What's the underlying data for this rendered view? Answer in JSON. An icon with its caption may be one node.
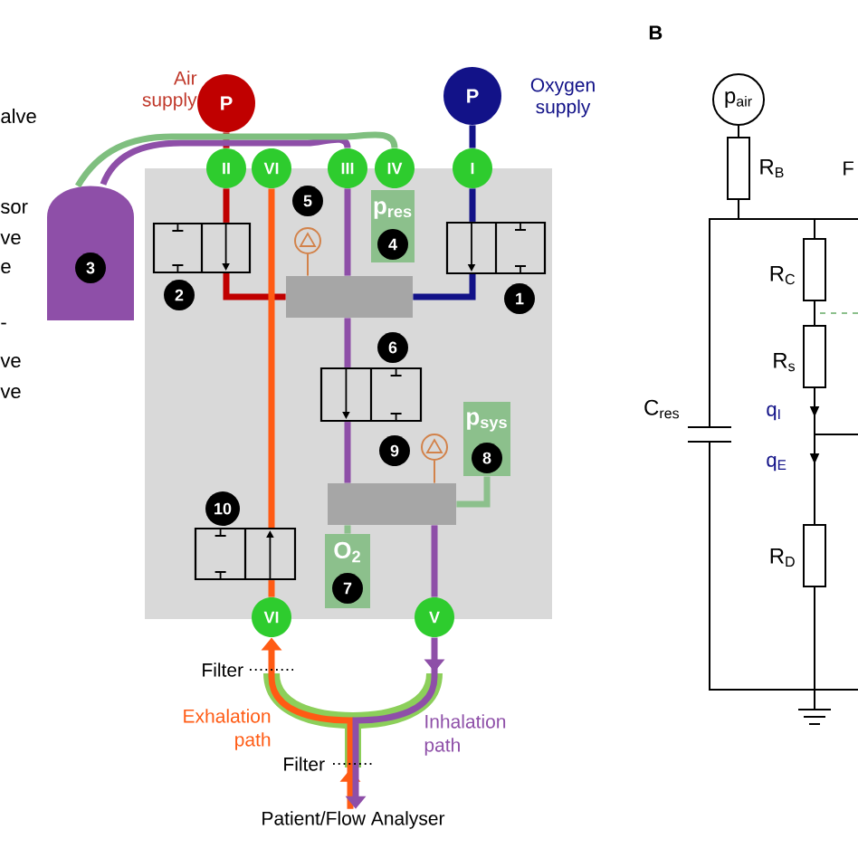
{
  "diagram": {
    "nodes": [
      {
        "text": [
          "P"
        ],
        "beside": [
          "Air supply"
        ]
      },
      {
        "text": [
          "P"
        ],
        "beside": [
          "Oxygen supply"
        ]
      },
      {
        "text": [
          "II"
        ]
      },
      {
        "text": [
          "VI"
        ]
      },
      {
        "text": [
          "III"
        ]
      },
      {
        "text": [
          "IV"
        ]
      },
      {
        "text": [
          "I"
        ]
      },
      {
        "text": [
          "3"
        ]
      },
      {
        "text": [],
        "shape": "valve"
      },
      {
        "text": [
          "2"
        ]
      },
      {
        "text": [],
        "shape": "valve"
      },
      {
        "text": [
          "1"
        ]
      },
      {
        "text": [],
        "shape": "box"
      },
      {
        "text": [],
        "shape": "pump"
      },
      {
        "text": [
          "5"
        ]
      },
      {
        "text": [
          "p$_{res}$",
          "4"
        ]
      },
      {
        "text": [
          "6"
        ]
      },
      {
        "text": [],
        "shape": "valve"
      },
      {
        "text": [
          "9"
        ]
      },
      {
        "text": [],
        "shape": "pump"
      },
      {
        "text": [
          "p$_{sys}$",
          "8"
        ]
      },
      {
        "text": [],
        "shape": "box"
      },
      {
        "text": [
          "O$_{2}$",
          "7"
        ]
      },
      {
        "text": [
          "10"
        ]
      },
      {
        "text": [],
        "shape": "valve"
      },
      {
        "text": [
          "VI"
        ]
      },
      {
        "text": [
          "V"
        ]
      },
      {
        "text": [
          "Patient/Flow Analyser"
        ]
      },
      {
        "text": [
          "p$_{air}$"
        ]
      },
      {
        "text": [],
        "shape": "resistor",
        "beside": [
          "R$_{B}$"
        ]
      },
      {
        "text": [],
        "shape": "resistor",
        "beside": [
          "R$_{C}$"
        ]
      },
      {
        "text": [],
        "shape": "resistor",
        "beside": [
          "R$_{s}$"
        ]
      },
      {
        "text": [],
        "shape": "resistor",
        "beside": [
          "R$_{D}$"
        ]
      },
      {
        "text": [
          "C$_{res}$"
        ]
      },
      {
        "text": [],
        "shape": "ground"
      }
    ],
    "edges": [
      {
        "from": 0,
        "to": 2,
        "arrow": "none",
        "color": "#c00000"
      },
      {
        "from": 2,
        "to": 8,
        "arrow": "none",
        "color": "#c00000"
      },
      {
        "from": 8,
        "to": 12,
        "arrow": "none",
        "color": "#c00000"
      },
      {
        "from": 1,
        "to": 6,
        "arrow": "none",
        "color": "#121288"
      },
      {
        "from": 6,
        "to": 10,
        "arrow": "none",
        "color": "#121288"
      },
      {
        "from": 10,
        "to": 12,
        "arrow": "none",
        "color": "#121288"
      },
      {
        "from": 4,
        "to": 12,
        "arrow": "none",
        "color": "#8e4fa8"
      },
      {
        "from": 12,
        "to": 17,
        "arrow": "none",
        "color": "#8e4fa8"
      },
      {
        "from": 17,
        "to": 21,
        "arrow": "none",
        "color": "#8e4fa8"
      },
      {
        "from": 21,
        "to": 26,
        "arrow": "none",
        "color": "#8e4fa8"
      },
      {
        "from": 3,
        "to": 24,
        "arrow": "none",
        "color": "#ff5b14"
      },
      {
        "from": 24,
        "to": 25,
        "arrow": "none",
        "color": "#ff5b14"
      },
      {
        "from": 13,
        "to": 12,
        "arrow": "none",
        "color": "#d2824a"
      },
      {
        "from": 19,
        "to": 21,
        "arrow": "none",
        "color": "#d2824a"
      },
      {
        "from": 20,
        "to": 21,
        "arrow": "none",
        "color": "#8cc08c"
      },
      {
        "from": 22,
        "to": 21,
        "arrow": "none",
        "color": "#8cc08c"
      },
      {
        "from": 4,
        "to": 7,
        "arrow": "none",
        "color": "#8e4fa8"
      },
      {
        "from": 5,
        "to": 7,
        "arrow": "none",
        "color": "#7fbf7f"
      },
      {
        "from": 27,
        "to": 25,
        "arrow": "to",
        "color": "#ff5b14",
        "label": "Exhalation path"
      },
      {
        "from": 26,
        "to": 27,
        "arrow": "to",
        "color": "#8e4fa8",
        "label": "Inhalation path"
      },
      {
        "from": 28,
        "to": 29,
        "arrow": "none"
      },
      {
        "from": 29,
        "to": 33,
        "arrow": "none"
      },
      {
        "from": 29,
        "to": 30,
        "arrow": "none"
      },
      {
        "from": 30,
        "to": 31,
        "arrow": "none"
      },
      {
        "from": 31,
        "to": 32,
        "arrow": "to"
      },
      {
        "from": 33,
        "to": 34,
        "arrow": "none"
      },
      {
        "from": 32,
        "to": 34,
        "arrow": "none"
      },
      {
        "from": 29,
        "to": null,
        "arrow": "none"
      },
      {
        "from": 31,
        "to": null,
        "arrow": "none"
      },
      {
        "from": 34,
        "to": null,
        "arrow": "none"
      }
    ],
    "labels": [
      "alve",
      "sor",
      "ve",
      "e",
      "-",
      "ve",
      "ve",
      "B",
      "F",
      "q$_{I}$",
      "q$_{E}$",
      "Filter",
      "Filter"
    ]
  }
}
